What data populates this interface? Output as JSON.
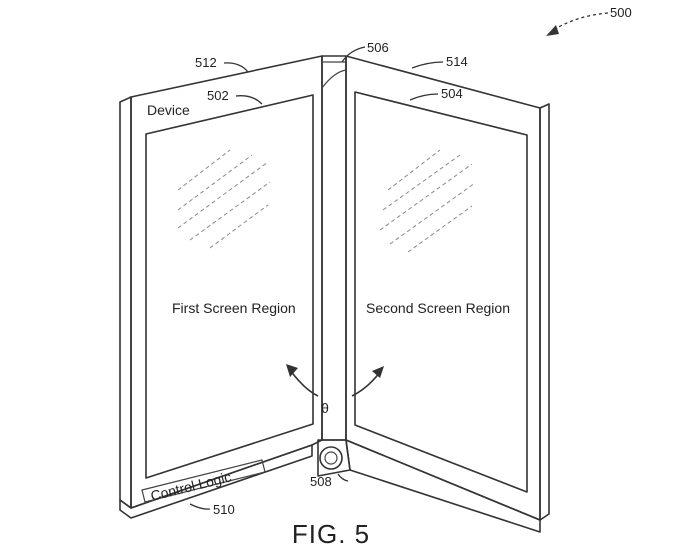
{
  "labels": {
    "device": "Device",
    "first_screen": "First Screen Region",
    "second_screen": "Second Screen Region",
    "control_logic": "Control Logic",
    "theta": "θ",
    "figure": "FIG. 5"
  },
  "refs": {
    "r500": "500",
    "r502": "502",
    "r504": "504",
    "r506": "506",
    "r508": "508",
    "r510": "510",
    "r512": "512",
    "r514": "514"
  }
}
